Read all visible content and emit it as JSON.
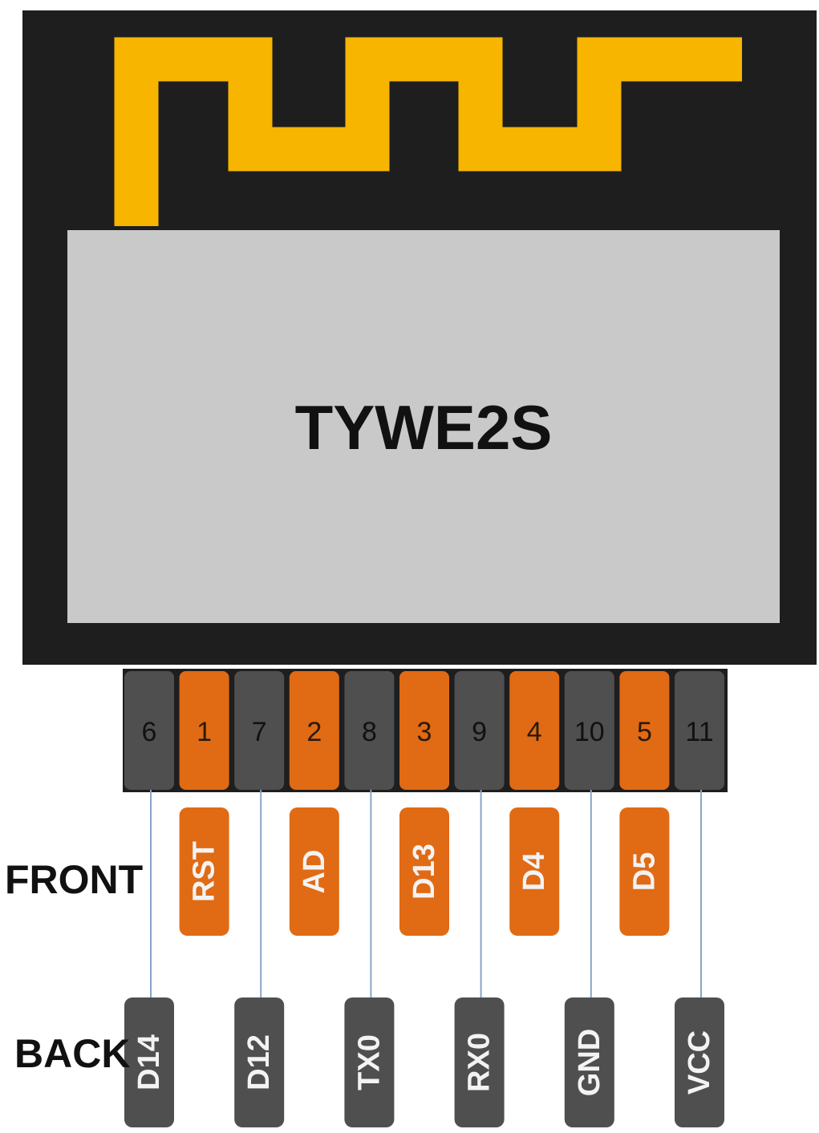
{
  "module": {
    "name": "TYWE2S"
  },
  "colors": {
    "board": "#1e1e1e",
    "antenna": "#f7b500",
    "shield": "#c9c9c9",
    "orange": "#e16a14",
    "gray": "#4f4f4f",
    "leader": "#8aa4c8",
    "text_dark": "#111111",
    "text_light": "#f3f3f3"
  },
  "labels": {
    "front": "FRONT",
    "back": "BACK"
  },
  "pins": [
    {
      "number": "6",
      "side": "back",
      "signal": "D14"
    },
    {
      "number": "1",
      "side": "front",
      "signal": "RST"
    },
    {
      "number": "7",
      "side": "back",
      "signal": "D12"
    },
    {
      "number": "2",
      "side": "front",
      "signal": "AD"
    },
    {
      "number": "8",
      "side": "back",
      "signal": "TX0"
    },
    {
      "number": "3",
      "side": "front",
      "signal": "D13"
    },
    {
      "number": "9",
      "side": "back",
      "signal": "RX0"
    },
    {
      "number": "4",
      "side": "front",
      "signal": "D4"
    },
    {
      "number": "10",
      "side": "back",
      "signal": "GND"
    },
    {
      "number": "5",
      "side": "front",
      "signal": "D5"
    },
    {
      "number": "11",
      "side": "back",
      "signal": "VCC"
    }
  ]
}
